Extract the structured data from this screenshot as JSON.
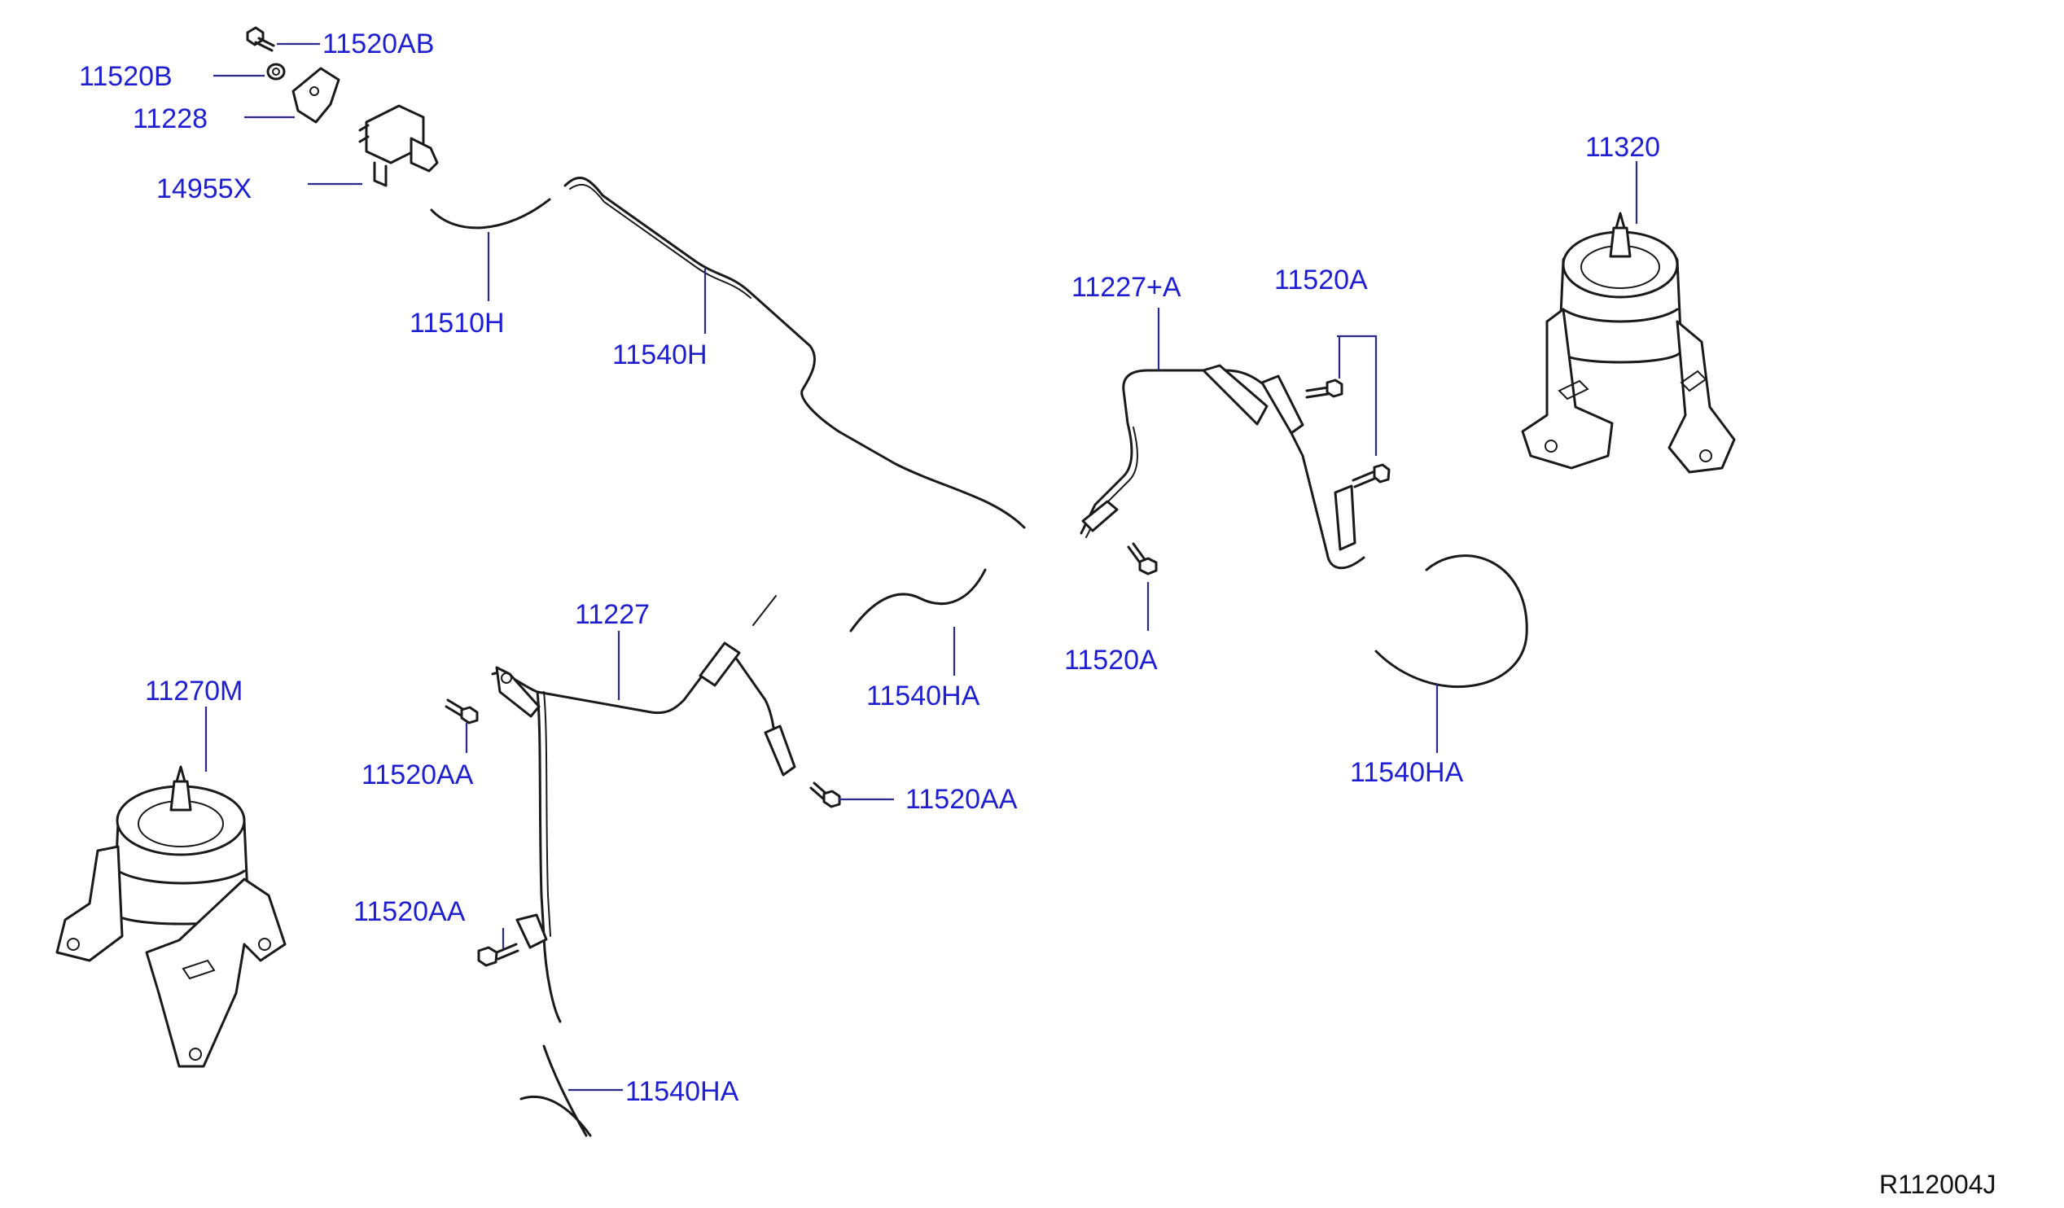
{
  "labels": {
    "l_11520AB": "11520AB",
    "l_11520B": "11520B",
    "l_11228": "11228",
    "l_14955X": "14955X",
    "l_11510H": "11510H",
    "l_11540H": "11540H",
    "l_11320": "11320",
    "l_11227A": "11227+A",
    "l_11520A_top": "11520A",
    "l_11520A_mid": "11520A",
    "l_11540HA_mid": "11540HA",
    "l_11540HA_right": "11540HA",
    "l_11270M": "11270M",
    "l_11227_partial": "11227",
    "l_11520AA_left": "11520AA",
    "l_11520AA_right": "11520AA",
    "l_11520AA_low": "11520AA",
    "l_11540HA_bottom": "11540HA"
  },
  "reference": "R112004J",
  "colors": {
    "label_blue": "#1e1ed2",
    "line_black": "#1a1a1a"
  }
}
